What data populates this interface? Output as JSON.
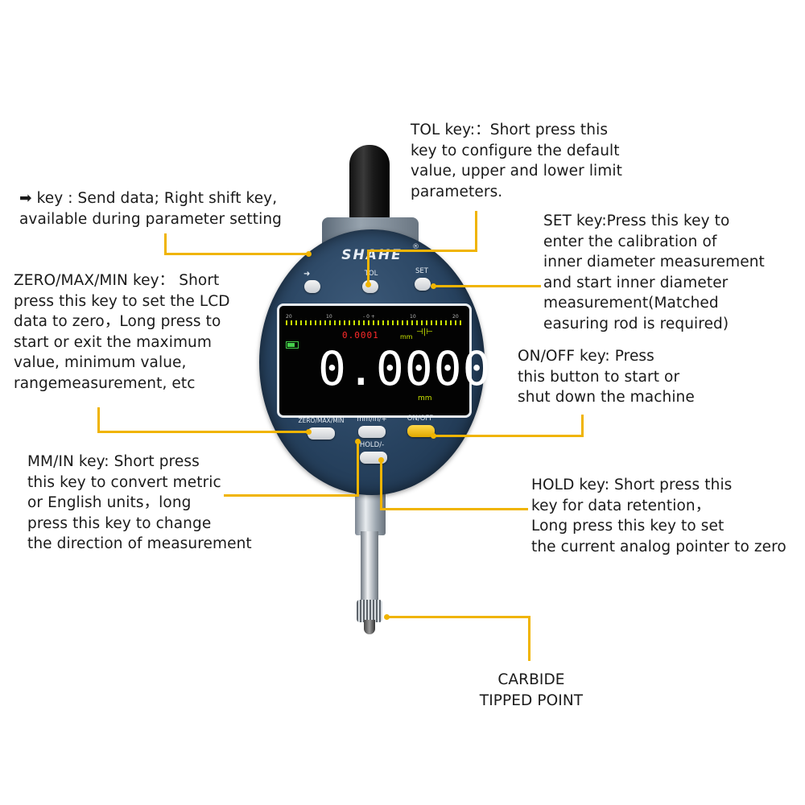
{
  "device": {
    "brand": "SHAHE",
    "registered_mark": "®",
    "keys": {
      "send": "➜",
      "tol": "TOL",
      "set": "SET",
      "zero_max_min": "ZERO/MAX/MIN",
      "mm_in": "mm/in/+",
      "on_off": "ON/OFF",
      "hold": "HOLD/-"
    },
    "screen": {
      "main_reading": "0.0000",
      "main_unit": "mm",
      "small_reading": "0.0001",
      "small_unit": "mm",
      "scale_labels": [
        "20",
        "10",
        "- 0 +",
        "10",
        "20"
      ]
    }
  },
  "annotations": {
    "tol": "TOL key:：Short press this\nkey to configure the default\nvalue, upper and lower limit\nparameters.",
    "send": "➡ key : Send data; Right shift key,\navailable during parameter setting",
    "set": "SET key:Press this key to\nenter the calibration of\ninner diameter measurement\nand start inner diameter\nmeasurement(Matched\neasuring rod is required)",
    "zero": "ZERO/MAX/MIN key： Short\npress this key to set the LCD\ndata to zero，Long press to\nstart or exit the maximum\nvalue, minimum value,\nrangemeasurement, etc",
    "onoff": "ON/OFF key: Press\nthis button to start or\nshut down the machine",
    "mmin": "MM/IN key: Short press\nthis key to convert metric\nor English units，long\npress this key to change\nthe direction of measurement",
    "hold": "HOLD key: Short press this\nkey for data retention，\nLong press this key to set\nthe current analog pointer to zero",
    "carbide": "CARBIDE\nTIPPED POINT"
  },
  "colors": {
    "leader": "#f0b400",
    "dial": "#27425f",
    "onoff_key": "#f5c518"
  }
}
